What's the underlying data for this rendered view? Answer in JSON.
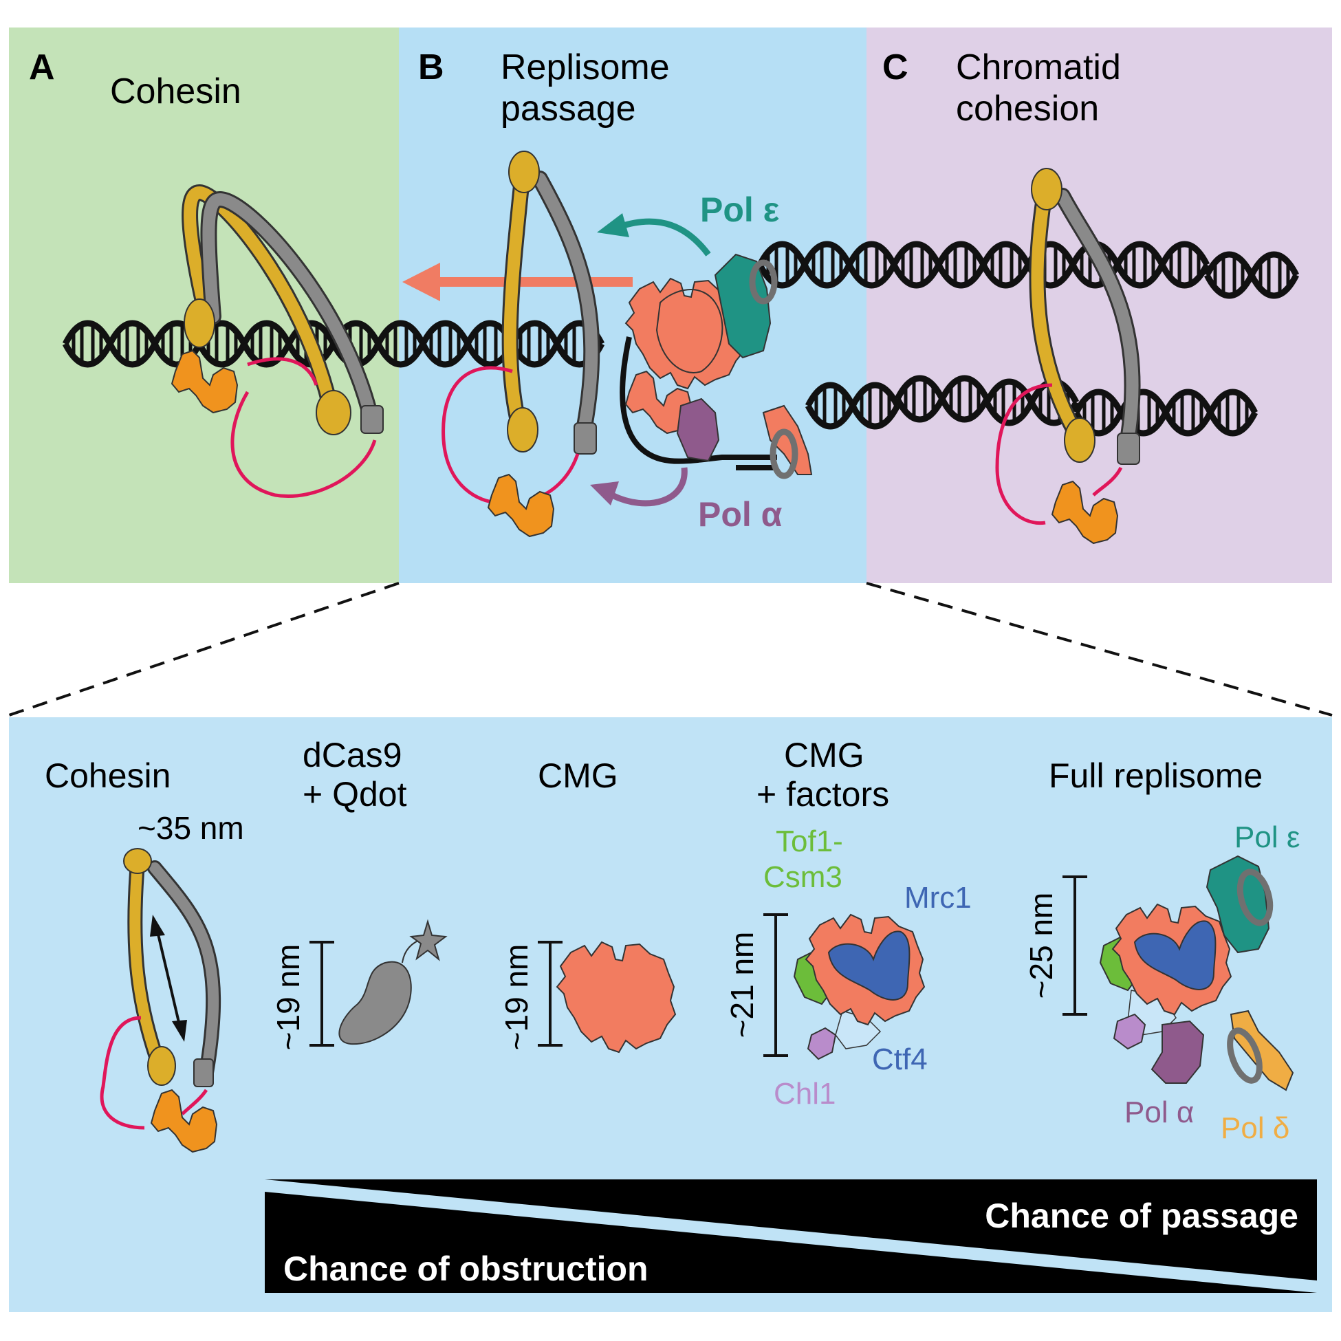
{
  "colors": {
    "panel_a_bg": "#c4e3b8",
    "panel_b_bg": "#b6dff5",
    "panel_c_bg": "#dfd0e7",
    "bottom_bg": "#c0e3f6",
    "smc_yellow": "#dcae2a",
    "smc_gray": "#8a8a8a",
    "kleisin": "#e0165a",
    "loader_orange": "#f0931e",
    "cmg_salmon": "#f27c60",
    "pol_epsilon": "#1f9384",
    "pol_alpha": "#8f5a8c",
    "pol_delta": "#f0ad44",
    "mrc1": "#3e66b3",
    "tof1_csm3": "#6cbd3a",
    "chl1": "#b98ccb",
    "ctf4": "#c9e6f8",
    "pcna": "#707070",
    "dna": "#111111",
    "passage_arrow": "#f07c63"
  },
  "panels": [
    {
      "letter": "A",
      "title_lines": [
        "Cohesin"
      ]
    },
    {
      "letter": "B",
      "title_lines": [
        "Replisome",
        "passage"
      ]
    },
    {
      "letter": "C",
      "title_lines": [
        "Chromatid",
        "cohesion"
      ]
    }
  ],
  "panel_b_labels": {
    "pol_epsilon": "Pol ε",
    "pol_alpha": "Pol α"
  },
  "bottom": {
    "columns": [
      {
        "title_lines": [
          "Cohesin"
        ],
        "scale": "~35 nm"
      },
      {
        "title_lines": [
          "dCas9",
          "+ Qdot"
        ],
        "scale": "~19 nm"
      },
      {
        "title_lines": [
          "CMG"
        ],
        "scale": "~19 nm"
      },
      {
        "title_lines": [
          "CMG",
          "+ factors"
        ],
        "scale": "~21 nm"
      },
      {
        "title_lines": [
          "Full replisome"
        ],
        "scale": "~25 nm"
      }
    ],
    "factor_labels": {
      "tof1_csm3": [
        "Tof1-",
        "Csm3"
      ],
      "mrc1": "Mrc1",
      "ctf4": "Ctf4",
      "chl1": "Chl1"
    },
    "replisome_labels": {
      "pol_epsilon": "Pol ε",
      "pol_alpha": "Pol α",
      "pol_delta": "Pol δ"
    },
    "gradient": {
      "passage": "Chance of passage",
      "obstruction": "Chance of obstruction"
    }
  }
}
